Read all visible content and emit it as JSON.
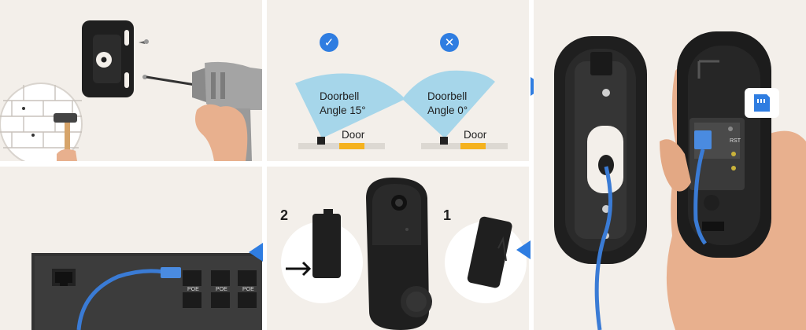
{
  "angle_panel": {
    "good": {
      "line1": "Doorbell",
      "line2": "Angle 15°",
      "door": "Door",
      "status_icon": "check-icon"
    },
    "bad": {
      "line1": "Doorbell",
      "line2": "Angle 0°",
      "door": "Door",
      "status_icon": "x-icon"
    }
  },
  "steps": {
    "step1": "1",
    "step2": "2"
  },
  "labels": {
    "rst": "RST",
    "poe": "POE"
  },
  "colors": {
    "accent": "#2f7de1",
    "door": "#f5b21e",
    "cable": "#3a7bd5",
    "panel_bg": "#f3efea",
    "device": "#1f1f1f"
  }
}
